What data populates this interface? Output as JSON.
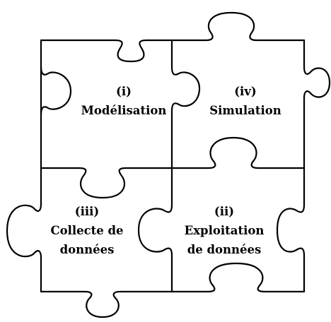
{
  "diagram": {
    "pieces": [
      {
        "id": "top-left",
        "label_lines": [
          "(i)",
          "Modélisation"
        ]
      },
      {
        "id": "top-right",
        "label_lines": [
          "(iv)",
          "Simulation"
        ]
      },
      {
        "id": "bottom-left",
        "label_lines": [
          "(iii)",
          "Collecte de",
          "données"
        ]
      },
      {
        "id": "bottom-right",
        "label_lines": [
          "(ii)",
          "Exploitation",
          "de données"
        ]
      }
    ],
    "colors": {
      "stroke": "#000000",
      "background": "#ffffff"
    }
  }
}
